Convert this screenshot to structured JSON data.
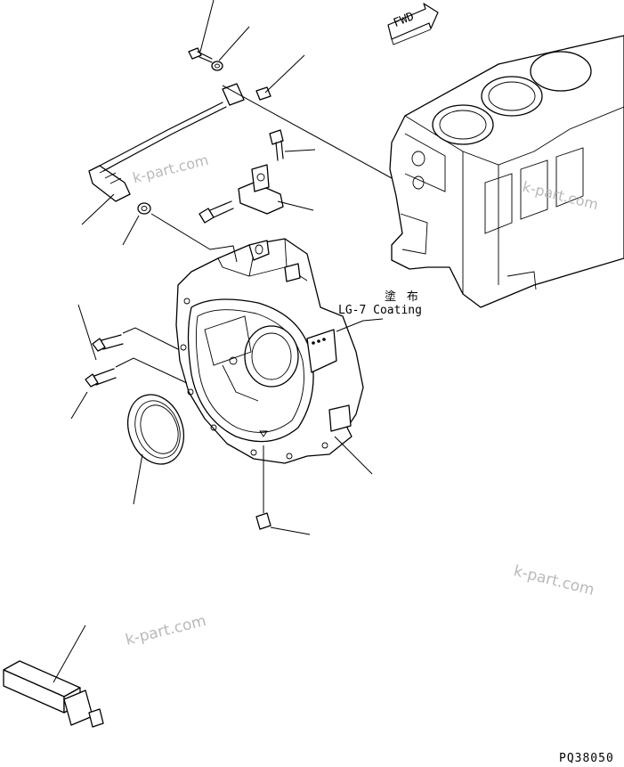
{
  "direction_marker": {
    "text": "FWD",
    "icon": "forward-arrow-icon"
  },
  "annotation": {
    "japanese": "塗 布",
    "english": "LG-7 Coating"
  },
  "watermarks": [
    "k-part.com",
    "k-part.com",
    "k-part.com",
    "k-part.com"
  ],
  "figure_code": "PQ38050"
}
